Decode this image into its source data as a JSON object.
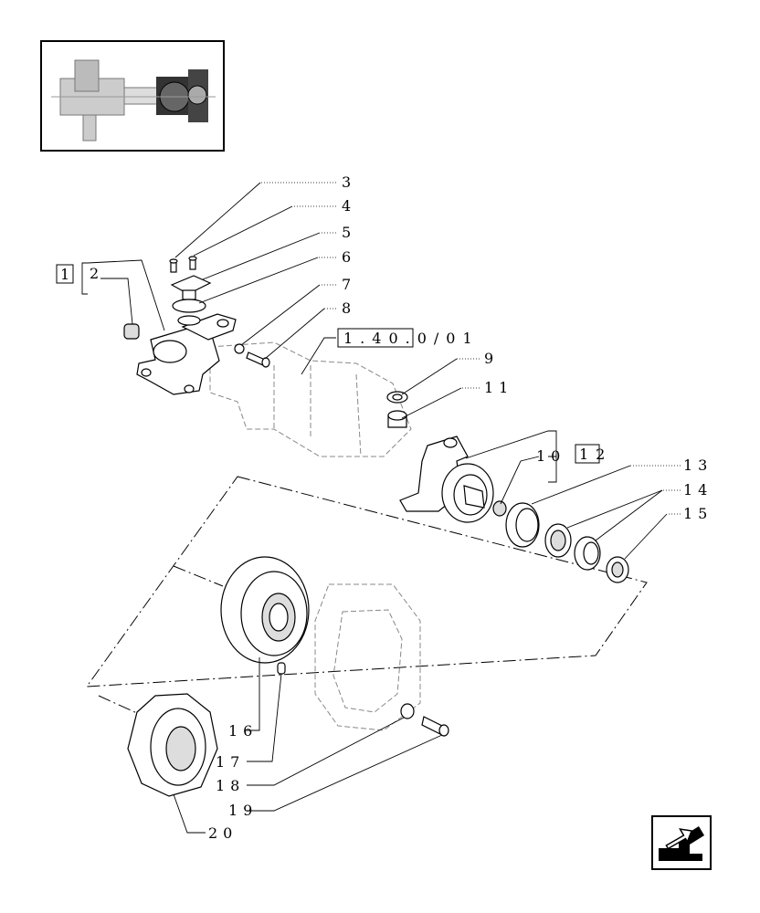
{
  "diagram": {
    "callouts": {
      "c2": "2",
      "c3": "3",
      "c4": "4",
      "c5": "5",
      "c6": "6",
      "c7": "7",
      "c8": "8",
      "c9": "9",
      "c10": "10",
      "c11": "11",
      "c13": "13",
      "c14": "14",
      "c15": "15",
      "c16": "16",
      "c17": "17",
      "c18": "18",
      "c19": "19",
      "c20": "20"
    },
    "boxed_refs": {
      "ref1": "1",
      "ref12": "12",
      "ref_group": "1.40.0/01"
    }
  },
  "icons": {
    "thumbnail": "assembly-thumbnail-icon",
    "nav": "previous-page-arrow-icon"
  }
}
